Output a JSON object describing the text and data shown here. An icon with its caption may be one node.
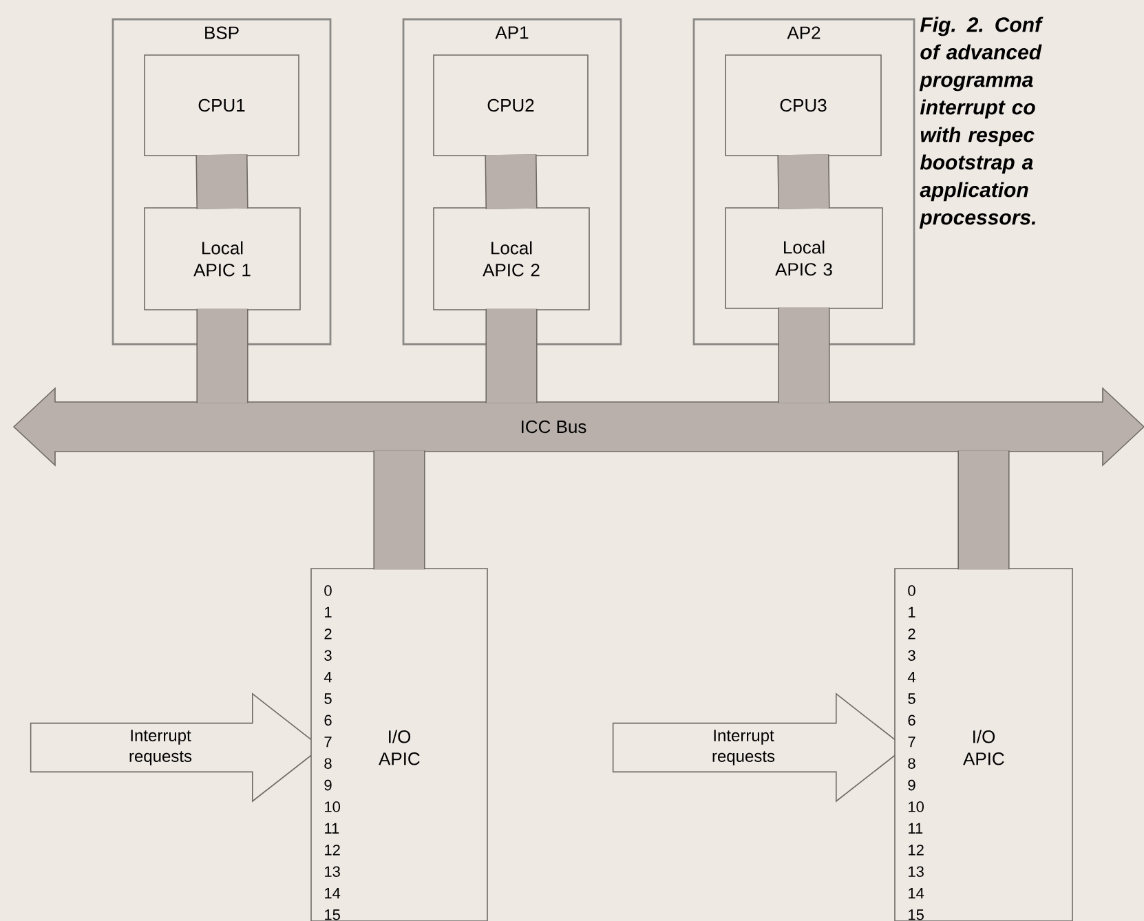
{
  "diagram": {
    "caption": "Fig. 2. Conf of advanced programma interrupt co with respec bootstrap a application processors.",
    "nodes": [
      {
        "text": [
          "BSP"
        ]
      },
      {
        "text": [
          "CPU1"
        ],
        "in": 0
      },
      {
        "text": [
          "Local APIC 1"
        ],
        "in": 0
      },
      {
        "text": [
          "AP1"
        ]
      },
      {
        "text": [
          "CPU2"
        ],
        "in": 3
      },
      {
        "text": [
          "Local APIC 2"
        ],
        "in": 3
      },
      {
        "text": [
          "AP2"
        ]
      },
      {
        "text": [
          "CPU3"
        ],
        "in": 6
      },
      {
        "text": [
          "Local APIC 3"
        ],
        "in": 6
      },
      {
        "text": [
          "ICC Bus"
        ]
      },
      {
        "text": [
          "Interrupt requests"
        ]
      },
      {
        "text": [
          "I/O APIC"
        ]
      },
      {
        "text": [
          "Interrupt requests"
        ]
      },
      {
        "text": [
          "I/O APIC"
        ]
      }
    ],
    "edges": [
      {
        "from": 1,
        "to": 2,
        "arrow": "none"
      },
      {
        "from": 2,
        "to": 9,
        "arrow": "none"
      },
      {
        "from": 4,
        "to": 5,
        "arrow": "none"
      },
      {
        "from": 5,
        "to": 9,
        "arrow": "none"
      },
      {
        "from": 7,
        "to": 8,
        "arrow": "none"
      },
      {
        "from": 8,
        "to": 9,
        "arrow": "none"
      },
      {
        "from": 9,
        "to": 11,
        "arrow": "none"
      },
      {
        "from": 9,
        "to": 13,
        "arrow": "none"
      }
    ],
    "labels": [
      "0",
      "1",
      "2",
      "3",
      "4",
      "5",
      "6",
      "7",
      "8",
      "9",
      "10",
      "11",
      "12",
      "13",
      "14",
      "15",
      "0",
      "1",
      "2",
      "3",
      "4",
      "5",
      "6",
      "7",
      "8",
      "9",
      "10",
      "11",
      "12",
      "13",
      "14",
      "15"
    ]
  }
}
